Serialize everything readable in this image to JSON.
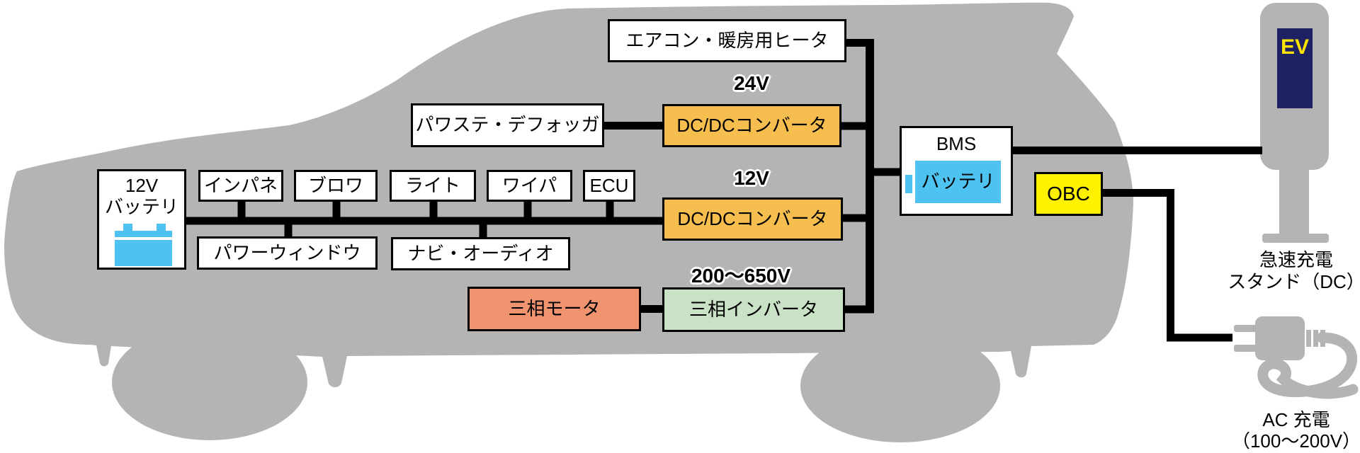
{
  "labels": {
    "aircon_heater": "エアコン・暖房用ヒータ",
    "power_steering_defogger": "パワステ・デフォッガ",
    "voltage_24v": "24V",
    "dcdc_converter_24": "DC/DCコンバータ",
    "voltage_12v": "12V",
    "dcdc_converter_12": "DC/DCコンバータ",
    "battery_12v_line1": "12V",
    "battery_12v_line2": "バッテリ",
    "instrument_panel": "インパネ",
    "blower": "ブロワ",
    "lights": "ライト",
    "wiper": "ワイパ",
    "ecu": "ECU",
    "power_window": "パワーウィンドウ",
    "navi_audio": "ナビ・オーディオ",
    "motor": "三相モータ",
    "voltage_200_650": "200～650V",
    "inverter": "三相インバータ",
    "bms": "BMS",
    "battery": "バッテリ",
    "obc": "OBC",
    "ev_sign": "EV",
    "dc_station_line1": "急速充電",
    "dc_station_line2": "スタンド（DC）",
    "ac_charge_line1": "AC 充電",
    "ac_charge_line2": "（100～200V）"
  },
  "colors": {
    "car_gray": "#b4b4b4",
    "converter_orange": "#f6be4e",
    "motor_salmon": "#f0936f",
    "inverter_green": "#c9e1c4",
    "obc_yellow": "#fff100",
    "battery_blue": "#4ec2f0",
    "ev_sign_navy": "#1e2263",
    "ev_text_yellow": "#ffe400",
    "wire_black": "#000000"
  }
}
